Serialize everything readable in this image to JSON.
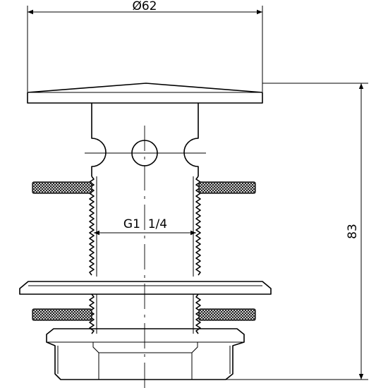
{
  "drawing": {
    "diameter_label": "Ø62",
    "thread_label": "G1  1/4",
    "height_label": "83"
  }
}
